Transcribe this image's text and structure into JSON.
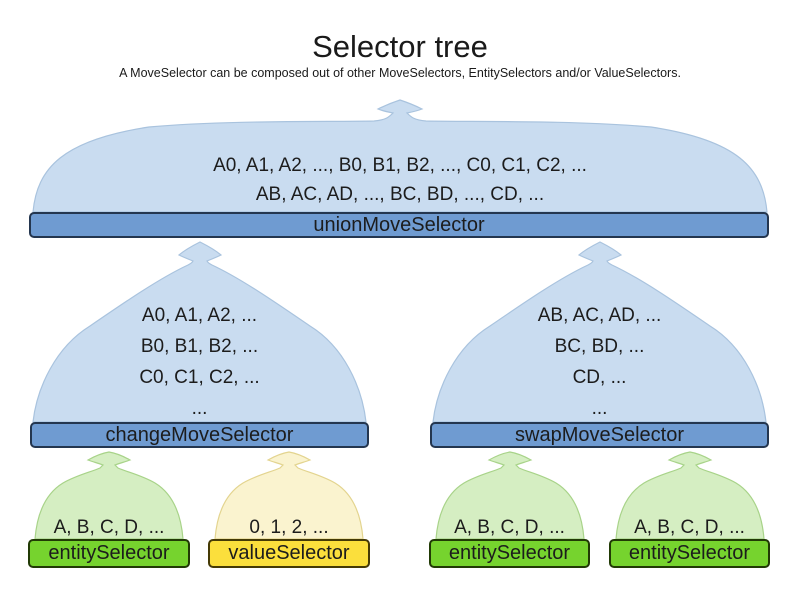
{
  "header": {
    "title": "Selector tree",
    "subtitle": "A MoveSelector can be composed out of other MoveSelectors, EntitySelectors and/or ValueSelectors."
  },
  "tree": {
    "root": {
      "label": "unionMoveSelector",
      "content_lines": [
        "A0, A1, A2, ..., B0, B1, B2, ..., C0, C1, C2, ...",
        "AB, AC, AD, ..., BC, BD, ..., CD, ..."
      ]
    },
    "children": [
      {
        "label": "changeMoveSelector",
        "content_lines": [
          "A0, A1, A2, ...",
          "B0, B1, B2, ...",
          "C0, C1, C2, ...",
          "..."
        ]
      },
      {
        "label": "swapMoveSelector",
        "content_lines": [
          "AB, AC, AD, ...",
          "BC, BD, ...",
          "CD, ...",
          "..."
        ]
      }
    ],
    "leaves": [
      {
        "label": "entitySelector",
        "kind": "entity",
        "content_lines": [
          "A, B, C, D, ..."
        ]
      },
      {
        "label": "valueSelector",
        "kind": "value",
        "content_lines": [
          "0, 1, 2, ..."
        ]
      },
      {
        "label": "entitySelector",
        "kind": "entity",
        "content_lines": [
          "A, B, C, D, ..."
        ]
      },
      {
        "label": "entitySelector",
        "kind": "entity",
        "content_lines": [
          "A, B, C, D, ..."
        ]
      }
    ]
  },
  "colors": {
    "move_bar": "#6f9bd1",
    "move_bar_border": "#24364f",
    "move_balloon": "#c9dcf0",
    "move_balloon_border": "#a9c3de",
    "entity_bar": "#76d32e",
    "entity_bar_border": "#213a05",
    "entity_balloon": "#d5eec2",
    "entity_balloon_border": "#a8d389",
    "value_bar": "#fbdf3c",
    "value_bar_border": "#453a05",
    "value_balloon": "#faf3cf",
    "value_balloon_border": "#e3d48f",
    "text": "#1c1c1c"
  }
}
